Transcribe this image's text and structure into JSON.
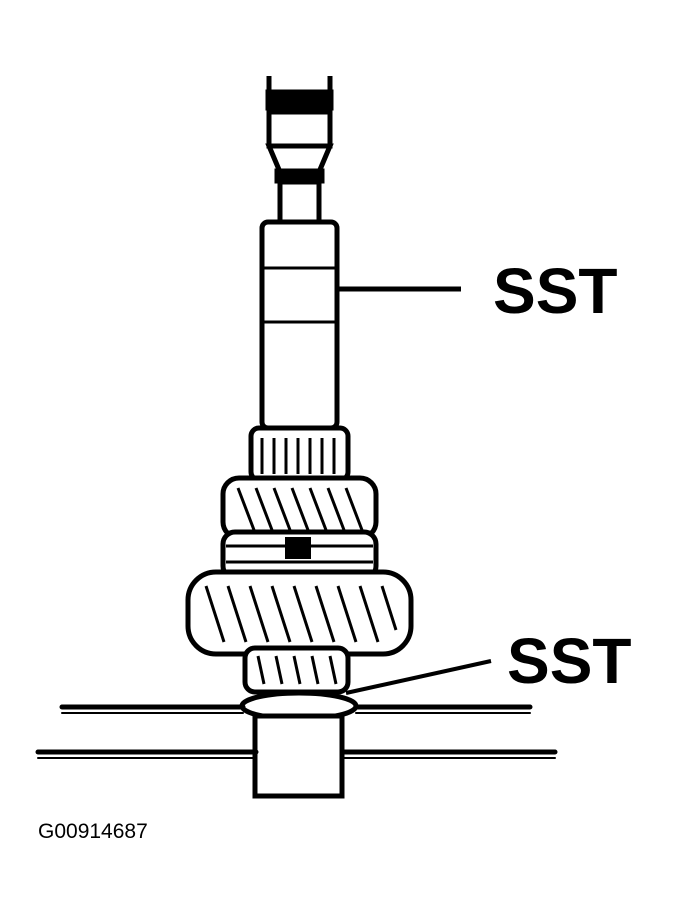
{
  "labels": {
    "upper_callout": "SST",
    "lower_callout": "SST"
  },
  "figure_id": "G00914687",
  "colors": {
    "ink": "#000000",
    "paper": "#ffffff"
  }
}
